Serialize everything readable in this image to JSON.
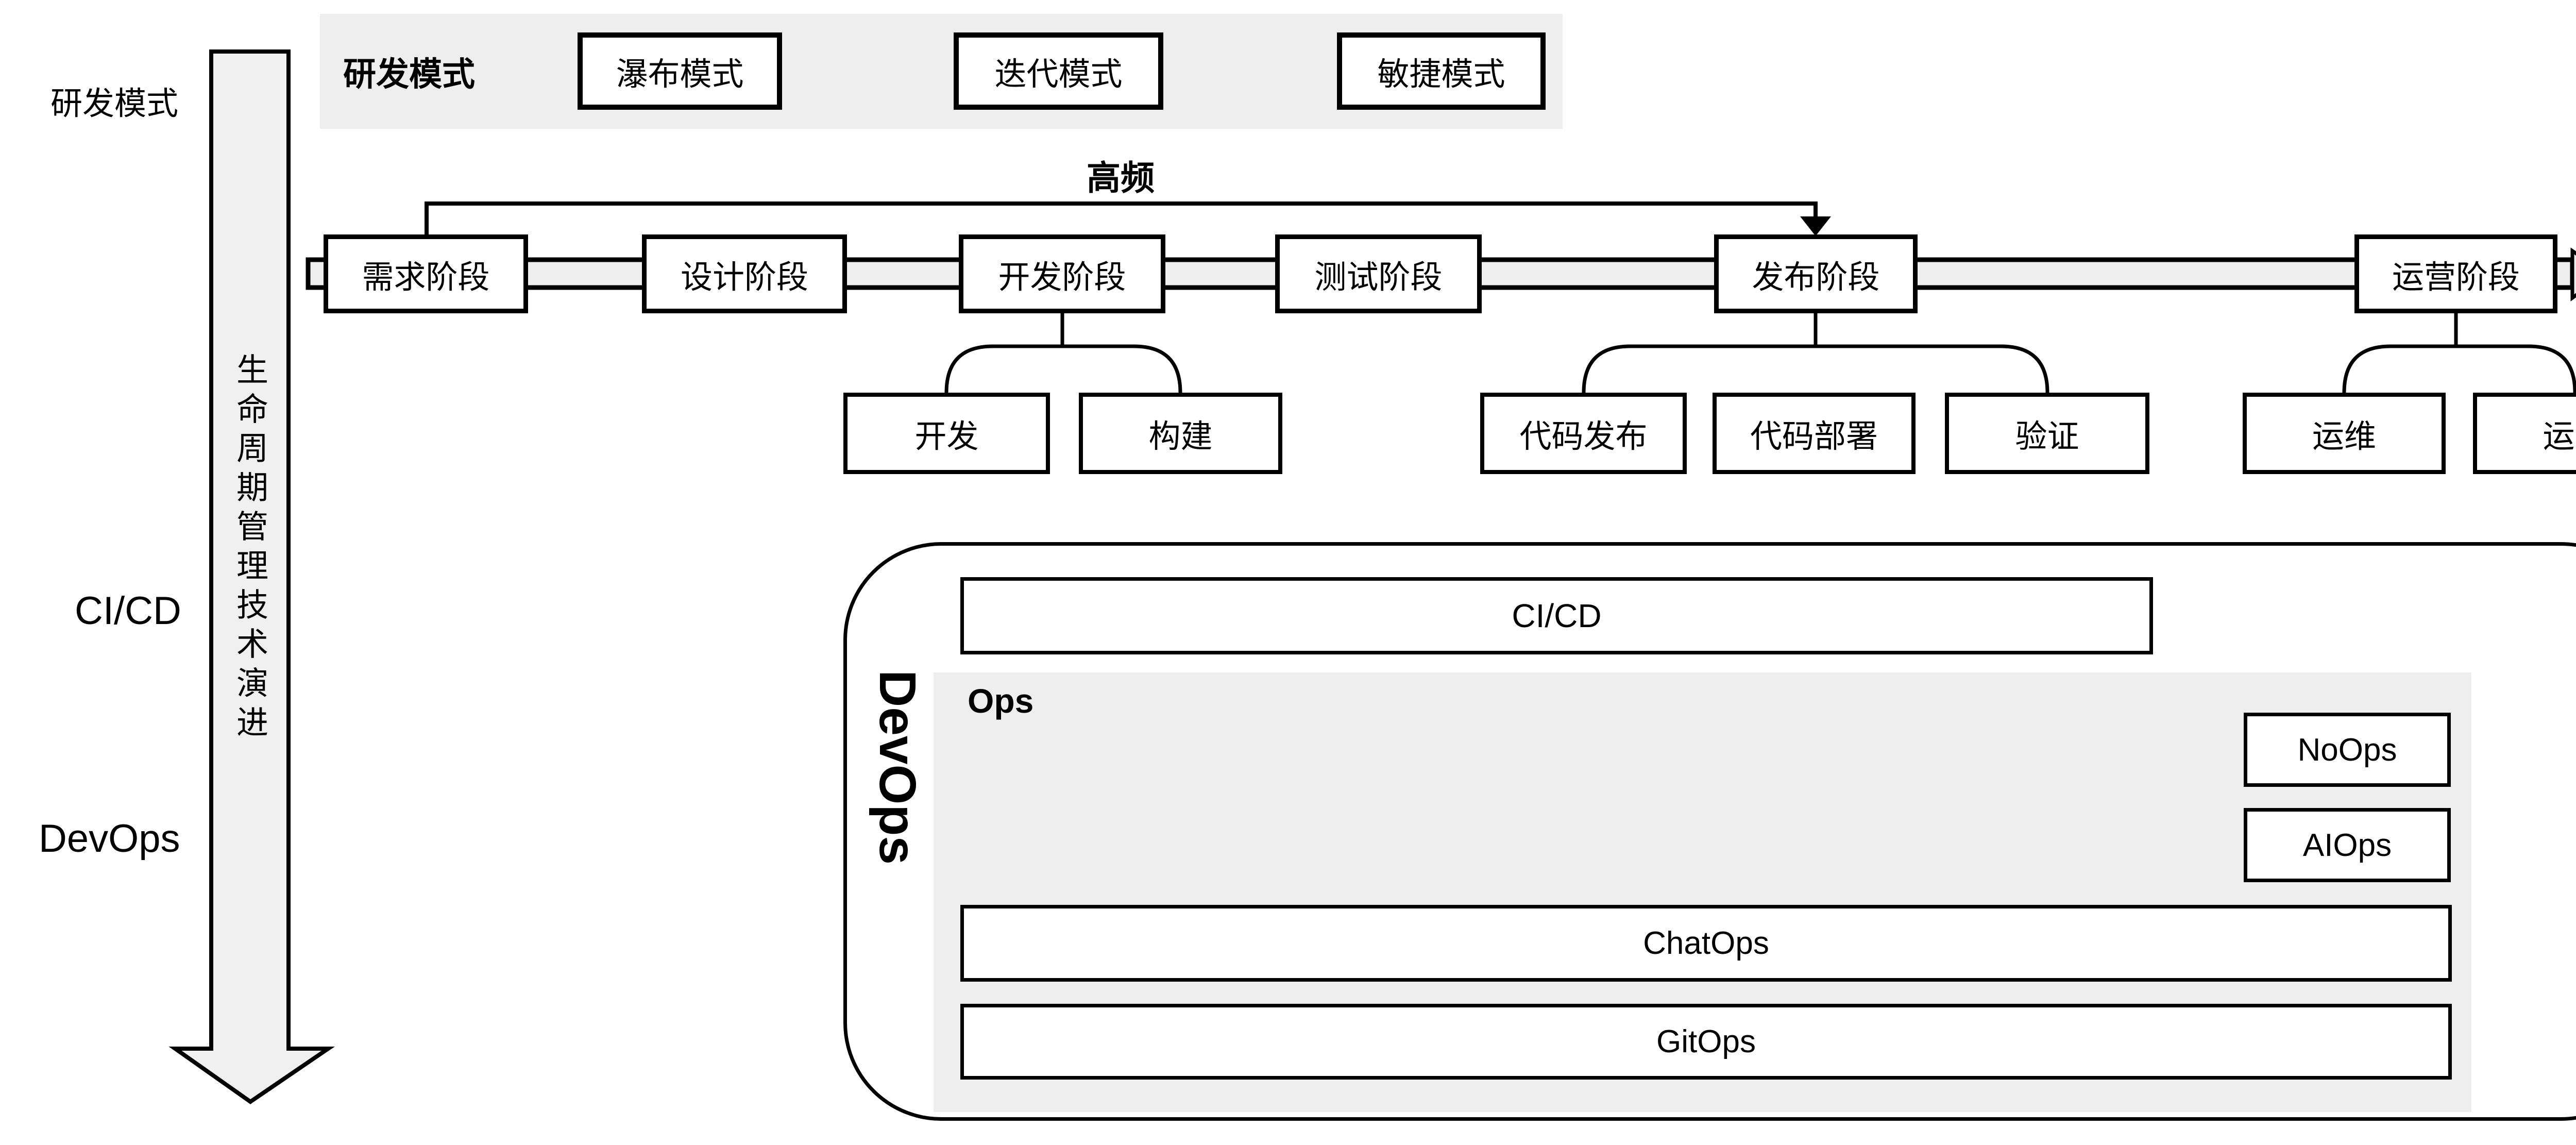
{
  "left_axis": {
    "top_label": "研发模式",
    "arrow_label": "生命周期管理技术演进",
    "cicd_label": "CI/CD",
    "devops_label": "DevOps"
  },
  "header": {
    "label": "研发模式",
    "modes": [
      "瀑布模式",
      "迭代模式",
      "敏捷模式"
    ]
  },
  "pipeline": {
    "feedback_label": "高频",
    "stages": [
      "需求阶段",
      "设计阶段",
      "开发阶段",
      "测试阶段",
      "发布阶段",
      "运营阶段"
    ],
    "dev_substages": [
      "开发",
      "构建"
    ],
    "release_substages": [
      "代码发布",
      "代码部署",
      "验证"
    ],
    "operation_substages": [
      "运维",
      "运营"
    ]
  },
  "devops": {
    "container_label": "DevOps",
    "cicd_label": "CI/CD",
    "ops_label": "Ops",
    "ops_items": [
      "NoOps",
      "AIOps",
      "ChatOps",
      "GitOps"
    ]
  },
  "colors": {
    "band_gray": "#eeeeee",
    "arrow_fill_gray": "#f0f0f0",
    "line_black": "#000000",
    "box_white": "#ffffff"
  }
}
